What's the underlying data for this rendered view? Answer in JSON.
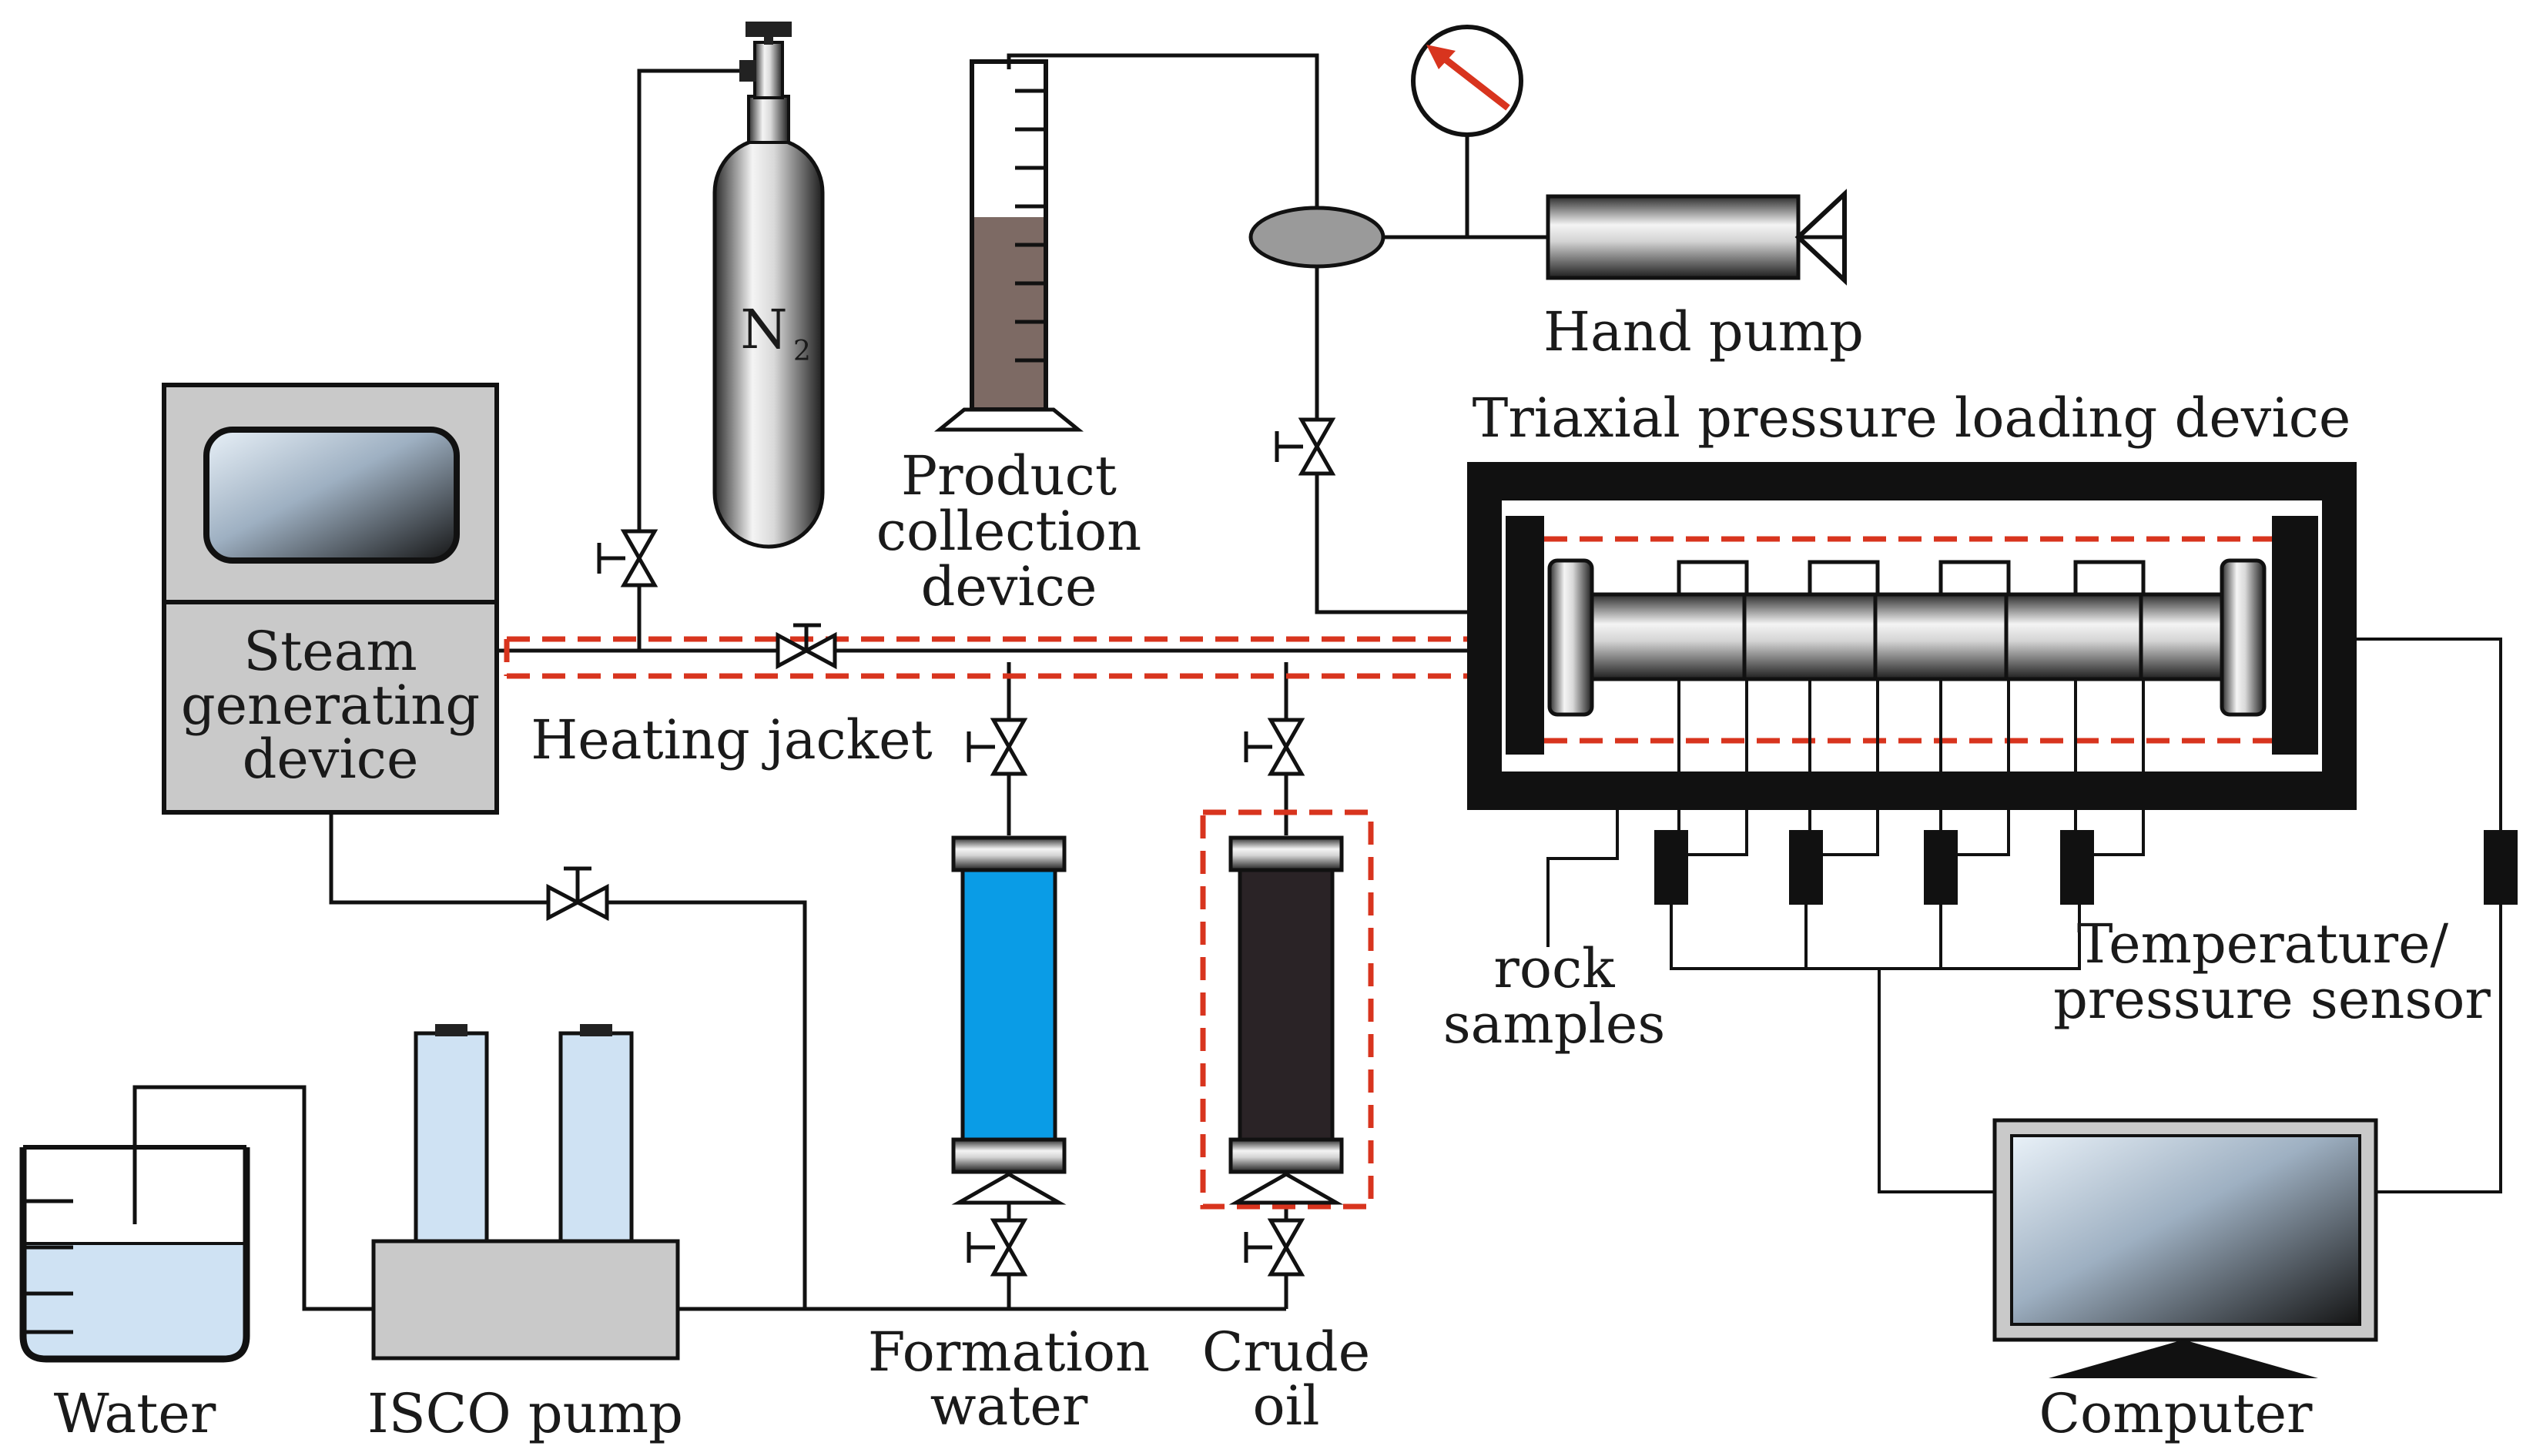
{
  "labels": {
    "n2": "N",
    "n2_sub": "2",
    "hand_pump": "Hand pump",
    "triaxial": "Triaxial pressure loading device",
    "product_1": "Product",
    "product_2": "collection",
    "product_3": "device",
    "steam_1": "Steam",
    "steam_2": "generating",
    "steam_3": "device",
    "heating_jacket": "Heating jacket",
    "rock_1": "rock",
    "rock_2": "samples",
    "sensor_1": "Temperature/",
    "sensor_2": "pressure sensor",
    "formation_1": "Formation",
    "formation_2": "water",
    "crude_1": "Crude",
    "crude_2": "oil",
    "water": "Water",
    "isco": "ISCO pump",
    "computer": "Computer"
  },
  "colors": {
    "formation_water": "#0a9ce6",
    "crude_oil": "#2a2326",
    "heating_dash": "#d8341e",
    "device_grey": "#c9c9c9",
    "water_fill": "#cfe2f3",
    "product_liquid": "#7d6a64"
  }
}
